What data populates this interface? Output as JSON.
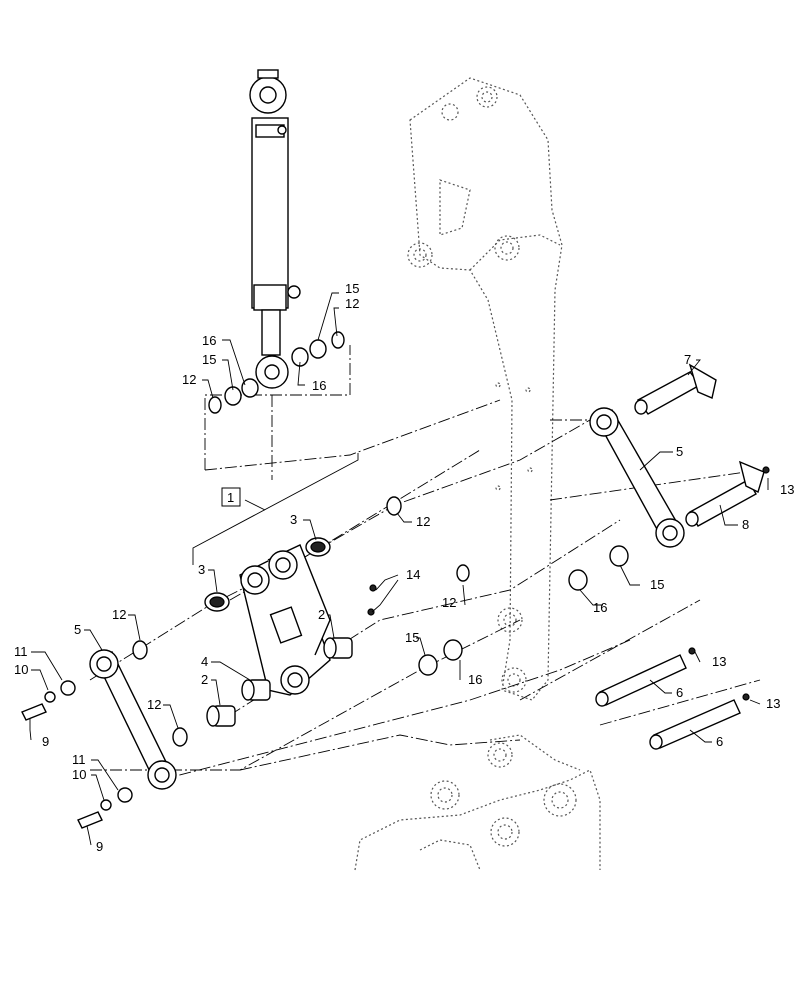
{
  "diagram": {
    "callouts": [
      {
        "id": "c15a",
        "text": "15"
      },
      {
        "id": "c12a",
        "text": "12"
      },
      {
        "id": "c16a",
        "text": "16"
      },
      {
        "id": "c15b",
        "text": "15"
      },
      {
        "id": "c12b",
        "text": "12"
      },
      {
        "id": "c16b",
        "text": "16"
      },
      {
        "id": "c7",
        "text": "7"
      },
      {
        "id": "c5a",
        "text": "5"
      },
      {
        "id": "c13a",
        "text": "13"
      },
      {
        "id": "c8",
        "text": "8"
      },
      {
        "id": "c1",
        "text": "1"
      },
      {
        "id": "c3a",
        "text": "3"
      },
      {
        "id": "c12c",
        "text": "12"
      },
      {
        "id": "c14",
        "text": "14"
      },
      {
        "id": "c3b",
        "text": "3"
      },
      {
        "id": "c12d",
        "text": "12"
      },
      {
        "id": "c2a",
        "text": "2"
      },
      {
        "id": "c16c",
        "text": "16"
      },
      {
        "id": "c15c",
        "text": "15"
      },
      {
        "id": "c12e",
        "text": "12"
      },
      {
        "id": "c5b",
        "text": "5"
      },
      {
        "id": "c11a",
        "text": "11"
      },
      {
        "id": "c10a",
        "text": "10"
      },
      {
        "id": "c9a",
        "text": "9"
      },
      {
        "id": "c4",
        "text": "4"
      },
      {
        "id": "c2b",
        "text": "2"
      },
      {
        "id": "c12f",
        "text": "12"
      },
      {
        "id": "c15d",
        "text": "15"
      },
      {
        "id": "c16d",
        "text": "16"
      },
      {
        "id": "c13b",
        "text": "13"
      },
      {
        "id": "c6a",
        "text": "6"
      },
      {
        "id": "c13c",
        "text": "13"
      },
      {
        "id": "c6b",
        "text": "6"
      },
      {
        "id": "c11b",
        "text": "11"
      },
      {
        "id": "c10b",
        "text": "10"
      },
      {
        "id": "c9b",
        "text": "9"
      }
    ]
  }
}
